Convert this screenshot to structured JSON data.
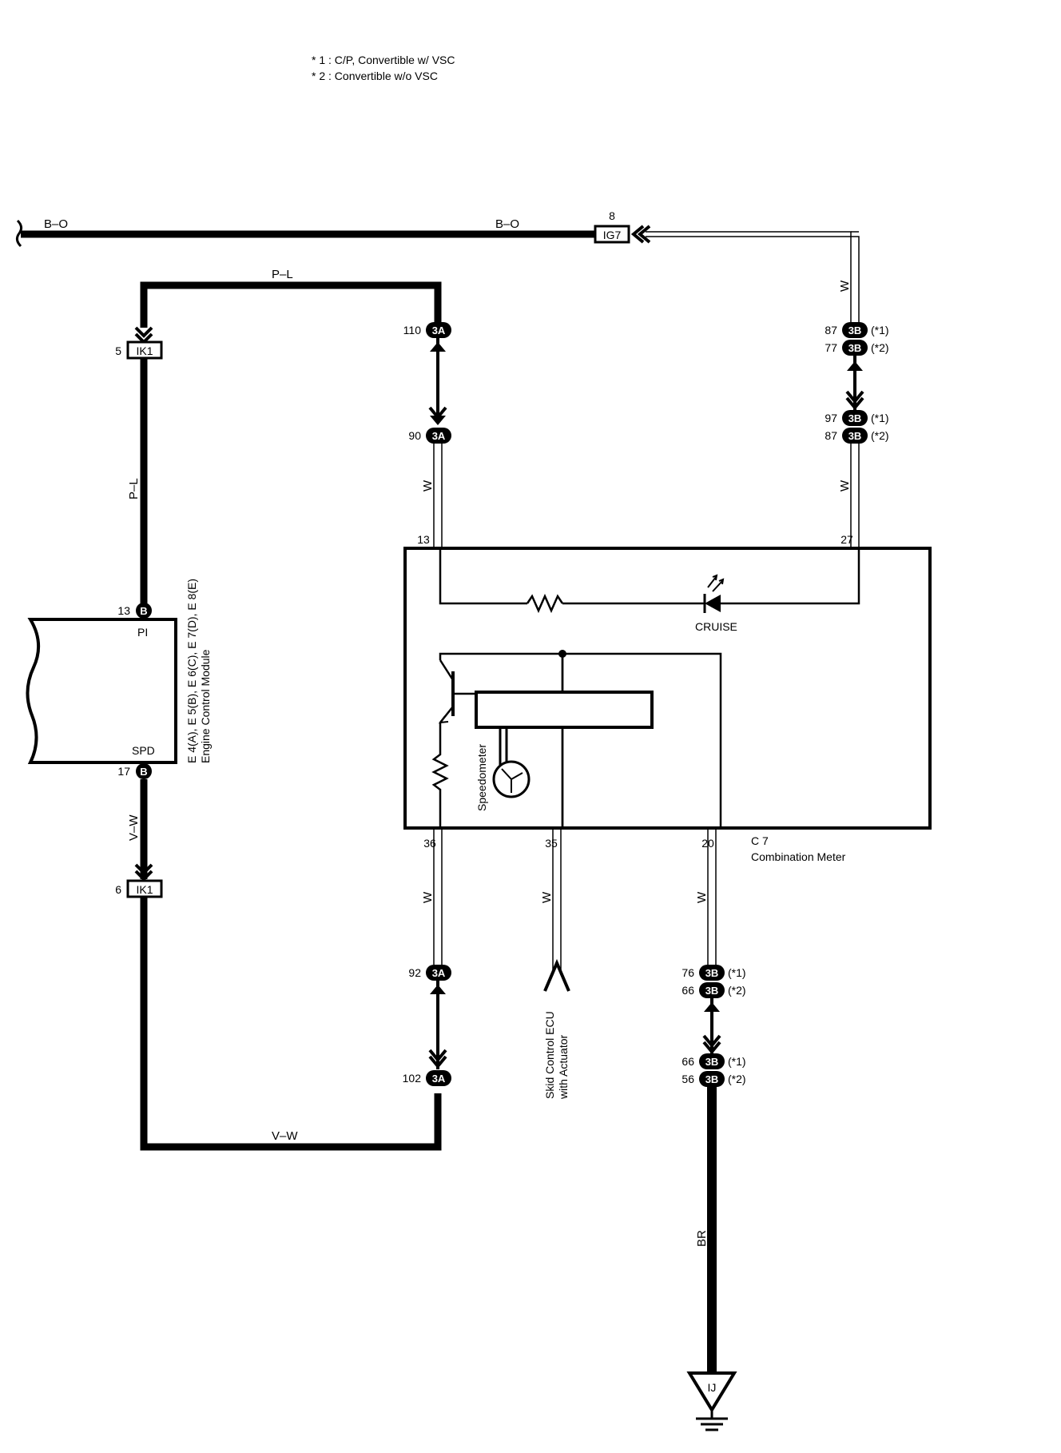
{
  "notes": [
    "* 1 : C/P,  Convertible w/ VSC",
    "* 2 : Convertible w/o VSC"
  ],
  "wires": {
    "bo_left": "B–O",
    "bo_right": "B–O",
    "pl_top": "P–L",
    "pl_left": "P–L",
    "w_right_top": "W",
    "w_90": "W",
    "w_right_mid": "W",
    "vw_left": "V–W",
    "vw_bottom": "V–W",
    "w_36": "W",
    "w_35": "W",
    "w_20": "W",
    "br": "BR"
  },
  "connectors": {
    "ig7": {
      "id": "IG7",
      "pin": "8"
    },
    "ik1_top": {
      "id": "IK1",
      "pin": "5"
    },
    "ik1_bottom": {
      "id": "IK1",
      "pin": "6"
    },
    "ecm_pi": {
      "id": "B",
      "pin": "13",
      "terminal": "PI"
    },
    "ecm_spd": {
      "id": "B",
      "pin": "17",
      "terminal": "SPD"
    },
    "c3a_110": {
      "id": "3A",
      "pin": "110"
    },
    "c3a_90": {
      "id": "3A",
      "pin": "90"
    },
    "c3a_92": {
      "id": "3A",
      "pin": "92"
    },
    "c3a_102": {
      "id": "3A",
      "pin": "102"
    },
    "c3b_87": {
      "id": "3B",
      "pin": "87",
      "note": "(*1)"
    },
    "c3b_77": {
      "id": "3B",
      "pin": "77",
      "note": "(*2)"
    },
    "c3b_97": {
      "id": "3B",
      "pin": "97",
      "note": "(*1)"
    },
    "c3b_87b": {
      "id": "3B",
      "pin": "87",
      "note": "(*2)"
    },
    "c3b_76": {
      "id": "3B",
      "pin": "76",
      "note": "(*1)"
    },
    "c3b_66": {
      "id": "3B",
      "pin": "66",
      "note": "(*2)"
    },
    "c3b_66b": {
      "id": "3B",
      "pin": "66",
      "note": "(*1)"
    },
    "c3b_56": {
      "id": "3B",
      "pin": "56",
      "note": "(*2)"
    }
  },
  "ecm": {
    "label1": "E 4(A), E 5(B), E 6(C), E 7(D), E 8(E)",
    "label2": "Engine Control Module"
  },
  "meter": {
    "pins": {
      "p13": "13",
      "p27": "27",
      "p36": "36",
      "p35": "35",
      "p20": "20"
    },
    "cruise": "CRUISE",
    "speedometer": "Speedometer",
    "code": "C 7",
    "name": "Combination Meter"
  },
  "skid": {
    "line1": "Skid Control ECU",
    "line2": "with Actuator"
  },
  "ground": "IJ"
}
